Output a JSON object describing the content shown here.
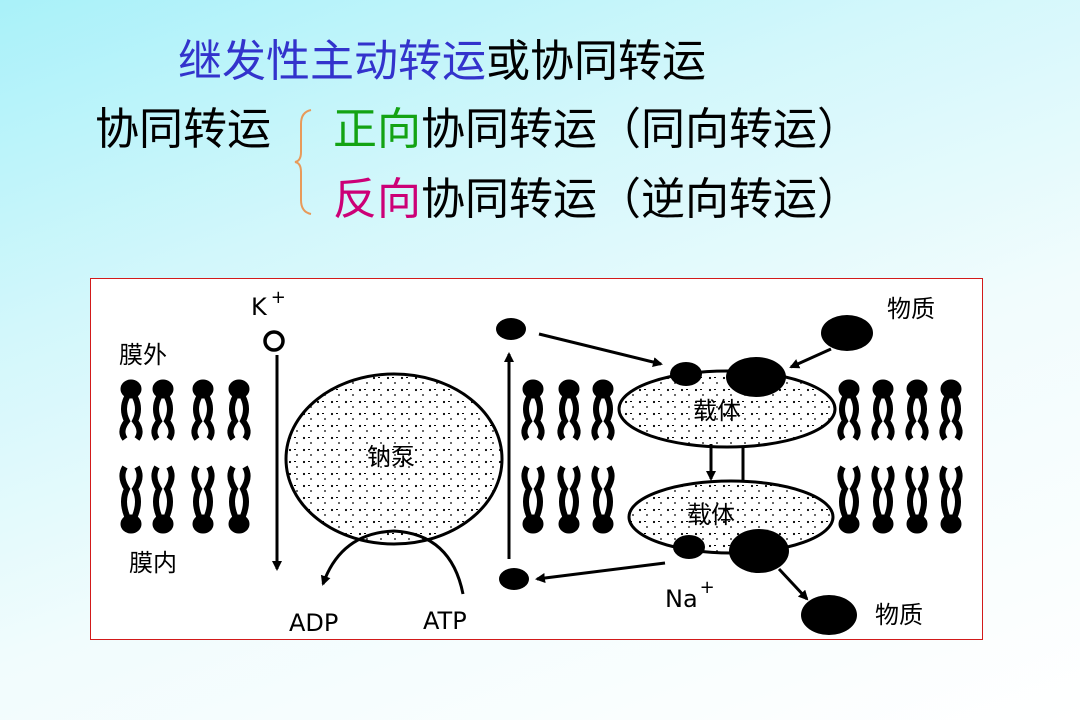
{
  "heading": {
    "highlight": "继发性主动转运",
    "rest": "或协同转运"
  },
  "cotransport": {
    "label": "协同转运",
    "symport": {
      "prefix": "正向",
      "rest": "协同转运（同向转运）"
    },
    "antiport": {
      "prefix": "反向",
      "rest": "协同转运（逆向转运）"
    }
  },
  "diagram": {
    "outside": "膜外",
    "inside": "膜内",
    "k_ion": "K",
    "k_charge": "+",
    "pump": "钠泵",
    "carrier_top": "载体",
    "carrier_bottom": "载体",
    "substance_top": "物质",
    "substance_bottom": "物质",
    "na_ion": "Na",
    "na_charge": "+",
    "adp": "ADP",
    "atp": "ATP"
  },
  "colors": {
    "heading_highlight": "#3333cc",
    "symport_prefix": "#13a313",
    "antiport_prefix": "#cc0077",
    "diagram_border": "#d21a1a",
    "brace": "#e89a5a"
  }
}
